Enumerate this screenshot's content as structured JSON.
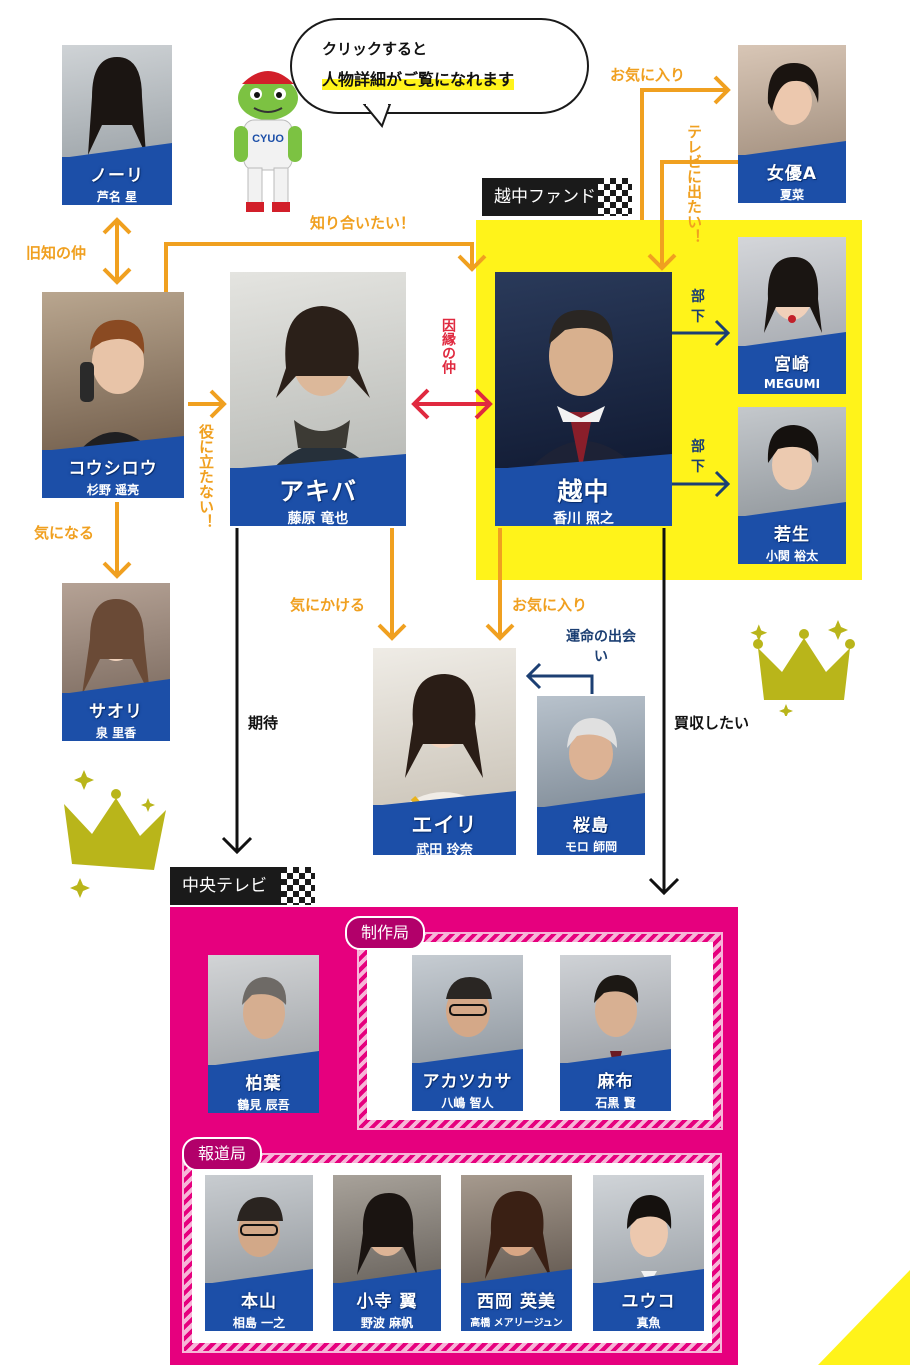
{
  "bubble": {
    "line1": "クリックすると",
    "line2": "人物詳細がご覧になれます"
  },
  "mascot_text": "CYUO",
  "groups": {
    "etchu_fund": "越中ファンド",
    "chuo_tv": "中央テレビ",
    "production": "制作局",
    "news": "報道局"
  },
  "characters": {
    "nori": {
      "name": "ノーリ",
      "actor": "芦名 星"
    },
    "koushirou": {
      "name": "コウシロウ",
      "actor": "杉野 遥亮"
    },
    "saori": {
      "name": "サオリ",
      "actor": "泉 里香"
    },
    "akiba": {
      "name": "アキバ",
      "actor": "藤原 竜也"
    },
    "etchu": {
      "name": "越中",
      "actor": "香川 照之"
    },
    "joyu_a": {
      "name": "女優A",
      "actor": "夏菜"
    },
    "miyazaki": {
      "name": "宮崎",
      "actor": "MEGUMI"
    },
    "wakao": {
      "name": "若生",
      "actor": "小関 裕太"
    },
    "eiri": {
      "name": "エイリ",
      "actor": "武田 玲奈"
    },
    "sakurajima": {
      "name": "桜島",
      "actor": "モロ 師岡"
    },
    "kashiwaba": {
      "name": "柏葉",
      "actor": "鶴見 辰吾"
    },
    "akatsukasa": {
      "name": "アカツカサ",
      "actor": "八嶋 智人"
    },
    "azabu": {
      "name": "麻布",
      "actor": "石黒 賢"
    },
    "motoyama": {
      "name": "本山",
      "actor": "相島 一之"
    },
    "kodera": {
      "name": "小寺 翼",
      "actor": "野波 麻帆"
    },
    "nishioka": {
      "name": "西岡 英美",
      "actor": "高橋 メアリージュン"
    },
    "yuko": {
      "name": "ユウコ",
      "actor": "真魚"
    }
  },
  "relations": {
    "old_friends": "旧知の仲",
    "want_to_meet": "知り合いたい！",
    "favorite_top": "お気に入り",
    "want_on_tv": "テレビに出たい！",
    "subordinate1": "部下",
    "subordinate2": "部下",
    "fate_bond": "因縁の仲",
    "useless": "役に立たない！",
    "interested": "気になる",
    "cares_about": "気にかける",
    "favorite_eiri": "お気に入り",
    "fateful_meeting": "運命の出会い",
    "expectation": "期待",
    "want_to_buy": "買収したい"
  },
  "colors": {
    "plate": "#1c4fa8",
    "arrow_orange": "#f0a020",
    "arrow_navy": "#1c3f73",
    "arrow_red": "#e0293f",
    "fund": "#fff31a",
    "tv": "#e6007e"
  }
}
